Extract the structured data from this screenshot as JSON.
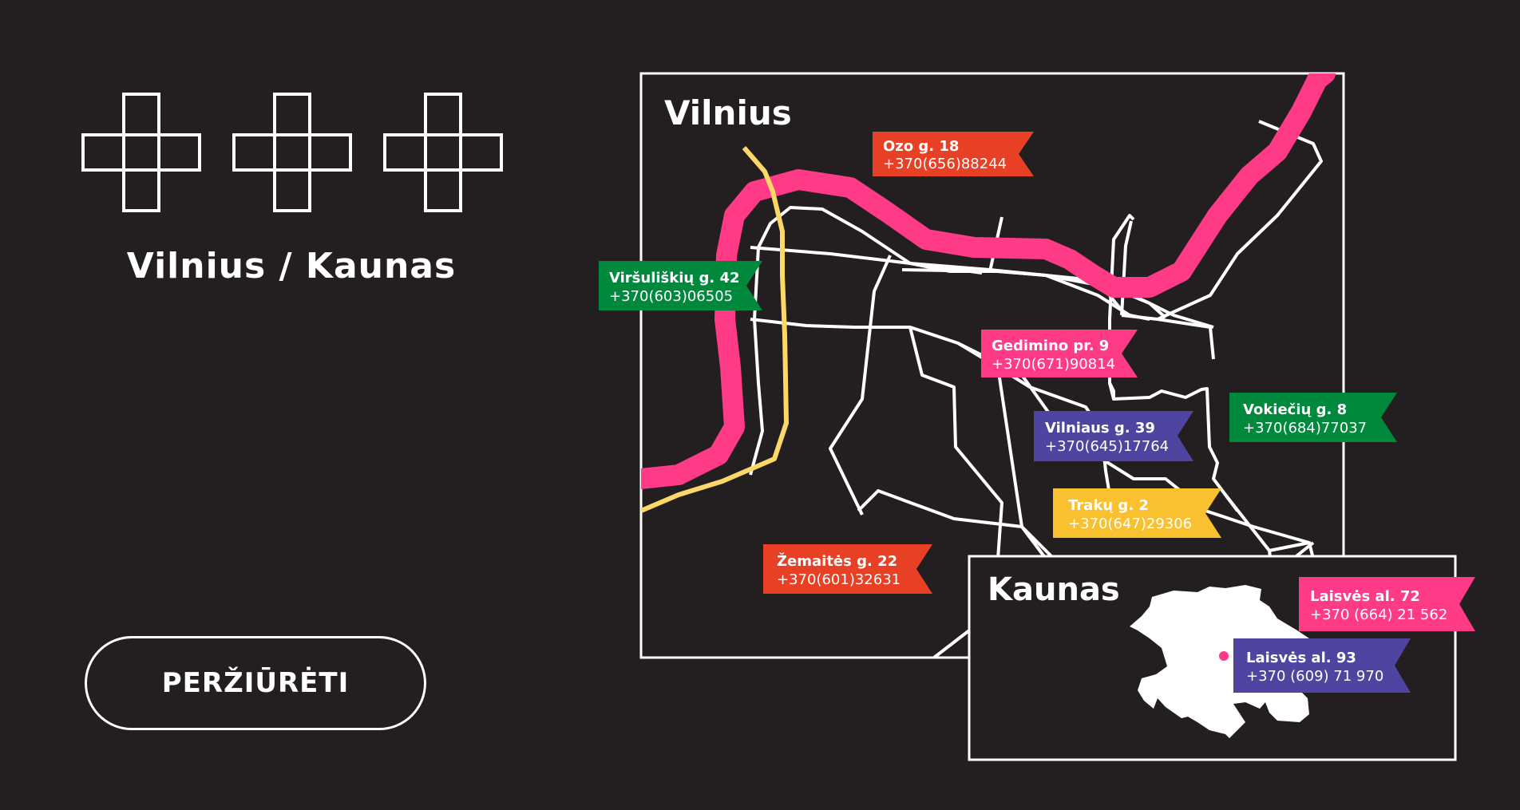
{
  "header": {
    "subtitle": "Vilnius / Kaunas",
    "view_button_label": "PERŽIŪRĖTI"
  },
  "colors": {
    "background": "#231f20",
    "line": "#ffffff",
    "river": "#ff3a86",
    "railway": "#fdd868",
    "red": "#e84025",
    "green": "#00893d",
    "pink": "#ff3a86",
    "purple": "#4f45a0",
    "yellow": "#f9c02f"
  },
  "map_vilnius": {
    "title": "Vilnius",
    "tags": [
      {
        "street": "Ozo g. 18",
        "phone": "+370(656)88244",
        "color": "red"
      },
      {
        "street": "Viršuliškių g. 42",
        "phone": "+370(603)06505",
        "color": "green"
      },
      {
        "street": "Gedimino pr. 9",
        "phone": "+370(671)90814",
        "color": "pink"
      },
      {
        "street": "Vokiečių g. 8",
        "phone": "+370(684)77037",
        "color": "green"
      },
      {
        "street": "Vilniaus g. 39",
        "phone": "+370(645)17764",
        "color": "purple"
      },
      {
        "street": "Trakų g. 2",
        "phone": "+370(647)29306",
        "color": "yellow"
      },
      {
        "street": "Žemaitės g. 22",
        "phone": "+370(601)32631",
        "color": "red"
      }
    ]
  },
  "map_kaunas": {
    "title": "Kaunas",
    "tags": [
      {
        "street": "Laisvės al. 72",
        "phone": "+370 (664) 21 562",
        "color": "pink"
      },
      {
        "street": "Laisvės al. 93",
        "phone": "+370 (609) 71 970",
        "color": "purple"
      }
    ]
  }
}
